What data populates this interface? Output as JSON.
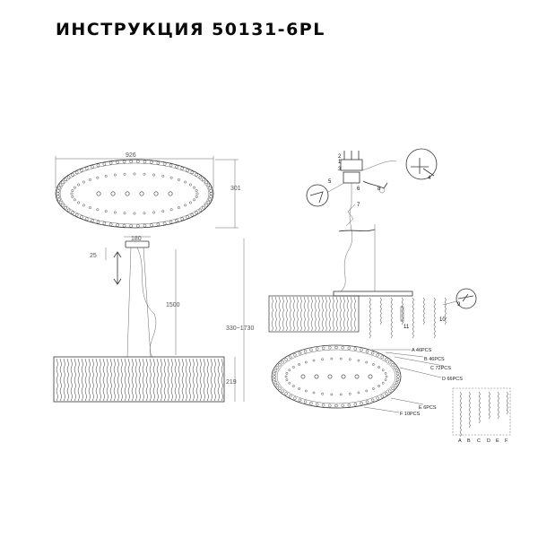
{
  "title": "ИНСТРУКЦИЯ 50131-6PL",
  "dimensions": {
    "top_width": "926",
    "top_depth": "301",
    "canopy_width": "180",
    "canopy_height": "25",
    "cable_length": "1500",
    "total_height": "330~1730",
    "body_height": "219"
  },
  "step_numbers": [
    "1",
    "2",
    "3",
    "4",
    "5",
    "6",
    "7",
    "8",
    "9",
    "10",
    "11"
  ],
  "parts": [
    {
      "label": "A 46PCS"
    },
    {
      "label": "B 46PCS"
    },
    {
      "label": "C 72PCS"
    },
    {
      "label": "D 66PCS"
    },
    {
      "label": "E 6PCS"
    },
    {
      "label": "F 10PCS"
    }
  ],
  "part_letters": [
    "A",
    "B",
    "C",
    "D",
    "E",
    "F"
  ],
  "colors": {
    "line": "#333333",
    "accent": "#111111"
  }
}
